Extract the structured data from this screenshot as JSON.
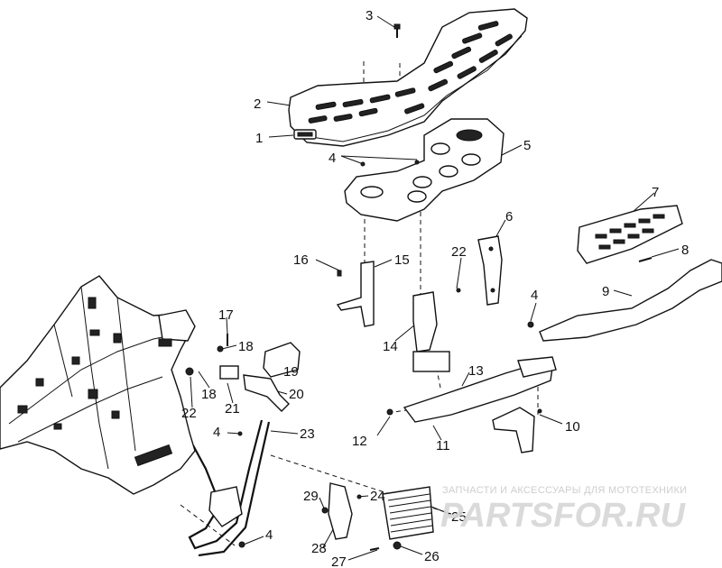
{
  "callouts": [
    "1",
    "2",
    "3",
    "4",
    "4",
    "4",
    "4",
    "5",
    "6",
    "7",
    "8",
    "9",
    "10",
    "11",
    "12",
    "13",
    "14",
    "15",
    "16",
    "17",
    "18",
    "18",
    "19",
    "20",
    "21",
    "22",
    "22",
    "23",
    "24",
    "25",
    "26",
    "27",
    "28",
    "29"
  ],
  "watermark": {
    "tagline": "ЗАПЧАСТИ И АКСЕССУАРЫ ДЛЯ МОТОТЕХНИКИ",
    "logo": "PARTSFOR.RU",
    "color": "#d0d0d0"
  }
}
